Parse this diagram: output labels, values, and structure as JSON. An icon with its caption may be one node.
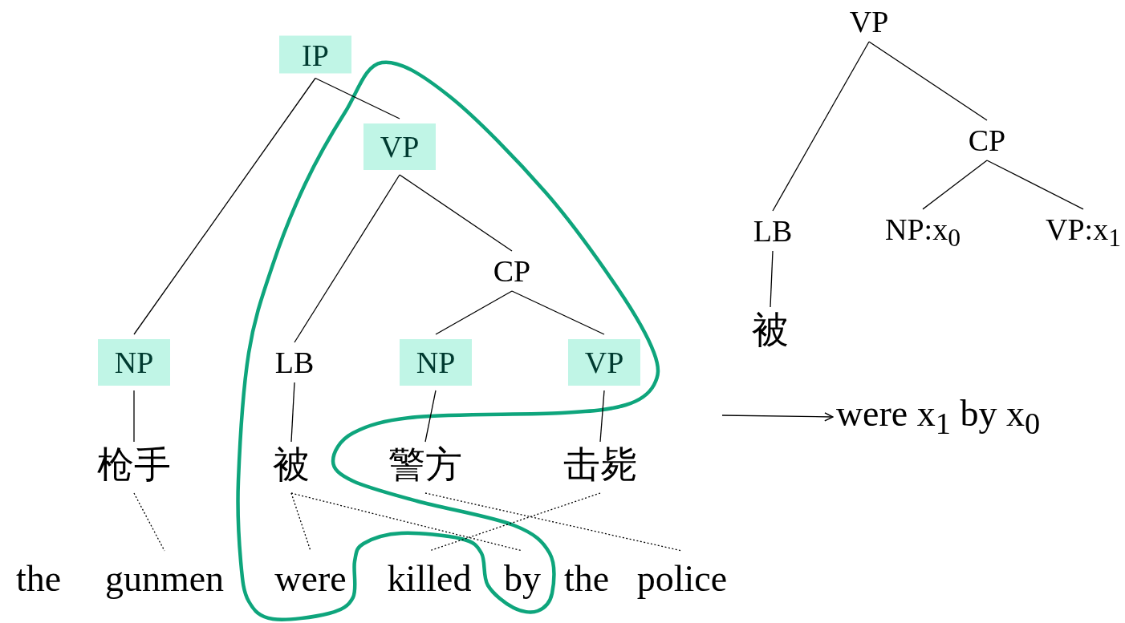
{
  "diagram": {
    "nodes": [
      {
        "text": [
          "IP"
        ]
      },
      {
        "text": [
          "VP"
        ]
      },
      {
        "text": [
          "NP"
        ]
      },
      {
        "text": [
          "LB"
        ]
      },
      {
        "text": [
          "CP"
        ]
      },
      {
        "text": [
          "NP"
        ]
      },
      {
        "text": [
          "VP"
        ]
      },
      {
        "text": [
          "枪手"
        ]
      },
      {
        "text": [
          "被"
        ]
      },
      {
        "text": [
          "警方"
        ]
      },
      {
        "text": [
          "击毙"
        ]
      },
      {
        "text": [
          "gunmen"
        ]
      },
      {
        "text": [
          "were"
        ]
      },
      {
        "text": [
          "killed"
        ]
      },
      {
        "text": [
          "by"
        ]
      },
      {
        "text": [
          "police"
        ]
      },
      {
        "text": [
          "VP"
        ]
      },
      {
        "text": [
          "CP"
        ]
      },
      {
        "text": [
          "LB"
        ]
      },
      {
        "text": [
          "NP:x$_{0}$"
        ]
      },
      {
        "text": [
          "VP:x$_{1}$"
        ]
      },
      {
        "text": [
          "被"
        ]
      },
      {
        "text": [
          "were x$_{1}$ by x$_{0}$"
        ]
      }
    ],
    "edges": [
      {
        "from": 0,
        "to": 2,
        "arrow": "none"
      },
      {
        "from": 0,
        "to": 1,
        "arrow": "none"
      },
      {
        "from": 1,
        "to": 3,
        "arrow": "none"
      },
      {
        "from": 1,
        "to": 4,
        "arrow": "none"
      },
      {
        "from": 4,
        "to": 5,
        "arrow": "none"
      },
      {
        "from": 4,
        "to": 6,
        "arrow": "none"
      },
      {
        "from": 2,
        "to": 7,
        "arrow": "none"
      },
      {
        "from": 3,
        "to": 8,
        "arrow": "none"
      },
      {
        "from": 5,
        "to": 9,
        "arrow": "none"
      },
      {
        "from": 6,
        "to": 10,
        "arrow": "none"
      },
      {
        "from": 7,
        "to": 11,
        "arrow": "none",
        "style": "dashed"
      },
      {
        "from": 8,
        "to": 12,
        "arrow": "none",
        "style": "dashed"
      },
      {
        "from": 8,
        "to": 14,
        "arrow": "none",
        "style": "dashed"
      },
      {
        "from": 9,
        "to": 15,
        "arrow": "none",
        "style": "dashed"
      },
      {
        "from": 10,
        "to": 13,
        "arrow": "none",
        "style": "dashed"
      },
      {
        "from": 16,
        "to": 18,
        "arrow": "none"
      },
      {
        "from": 16,
        "to": 17,
        "arrow": "none"
      },
      {
        "from": 17,
        "to": 19,
        "arrow": "none"
      },
      {
        "from": 17,
        "to": 20,
        "arrow": "none"
      },
      {
        "from": 18,
        "to": 21,
        "arrow": "none"
      },
      {
        "from": null,
        "to": 22,
        "arrow": "to"
      }
    ],
    "labels": [
      "the",
      "the"
    ]
  }
}
